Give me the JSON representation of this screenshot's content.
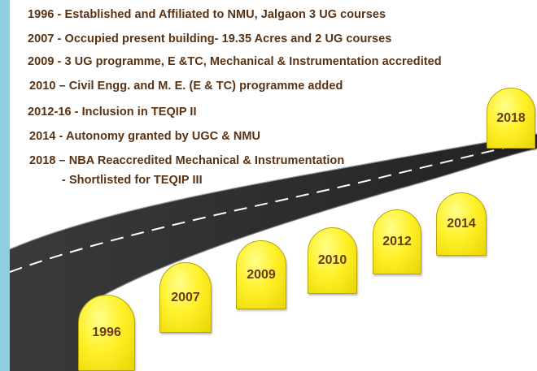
{
  "timeline": [
    {
      "text": "1996 - Established and Affiliated to NMU, Jalgaon 3 UG courses"
    },
    {
      "text": "2007 - Occupied present building- 19.35 Acres and 2 UG courses"
    },
    {
      "text": "2009 - 3 UG programme, E &TC, Mechanical & Instrumentation accredited"
    },
    {
      "text": "2010 – Civil Engg. and M. E. (E & TC)  programme added"
    },
    {
      "text": "2012-16 - Inclusion in TEQIP II"
    },
    {
      "text": "2014 - Autonomy granted by UGC & NMU"
    },
    {
      "text": "2018 – NBA Reaccredited Mechanical & Instrumentation"
    },
    {
      "text": "- Shortlisted for TEQIP III"
    }
  ],
  "milestones": [
    {
      "year": "1996"
    },
    {
      "year": "2007"
    },
    {
      "year": "2009"
    },
    {
      "year": "2010"
    },
    {
      "year": "2012"
    },
    {
      "year": "2014"
    },
    {
      "year": "2018"
    }
  ],
  "colors": {
    "text": "#5a3212",
    "milestone_fill": "#fff12a",
    "road": "#2b2b2d",
    "background": "#8ecfdf"
  }
}
